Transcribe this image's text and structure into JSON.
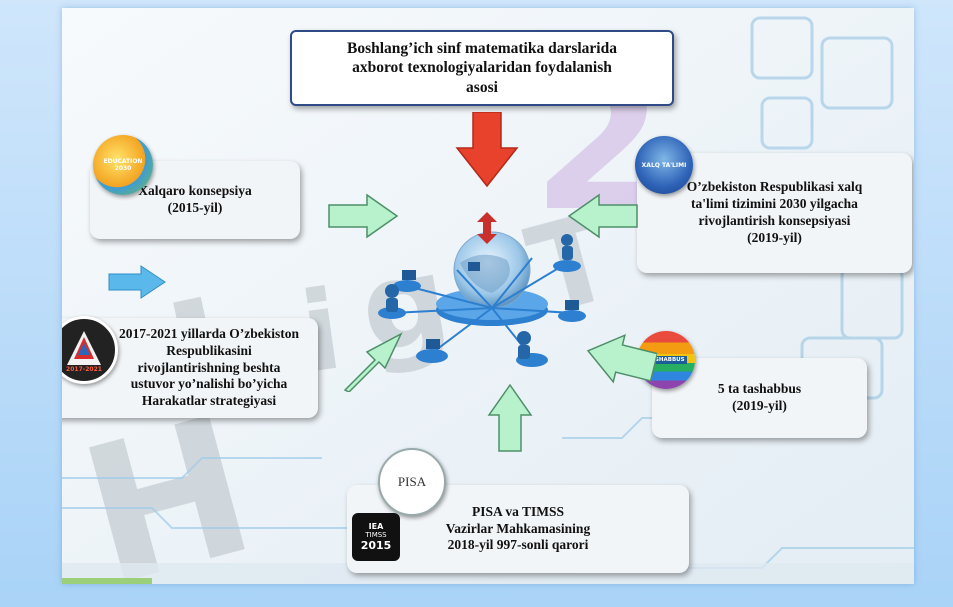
{
  "title": "Boshlang’ich sinf matematika darslarida\naxborot texnologiyalaridan foydalanish\nasosi",
  "boxes": {
    "international": "Xalqaro konsepsiya\n(2015-yil)",
    "national": "O’zbekiston Respublikasi xalq\nta'limi tizimini 2030 yilgacha\nrivojlantirish konsepsiyasi\n(2019-yil)",
    "strategy": "2017-2021 yillarda O’zbekiston\nRespublikasini\nrivojlantirishning beshta\nustuvor yo’nalishi bo’yicha\nHarakatlar strategiyasi",
    "initiatives": "5 ta tashabbus\n(2019-yil)",
    "pisa": "PISA va TIMSS\nVazirlar Mahkamasining\n2018-yil 997-sonli qarori"
  },
  "logos": {
    "education2030": "EDUCATION 2030",
    "national": "XALQ TA'LIMI",
    "strategy": "2017-2021",
    "initiatives": "TASHABBUS",
    "pisa": "PISA",
    "timss_top": "IEA",
    "timss_mid": "TIMSS",
    "timss_year": "2015"
  },
  "colors": {
    "title_border": "#2f4a86",
    "red_arrow": "#e8412c",
    "green_arrow": "#b8f2cc",
    "green_arrow_border": "#4e8f6a",
    "blue_arrow": "#5ab8ea",
    "network": "#2d7fd0"
  }
}
